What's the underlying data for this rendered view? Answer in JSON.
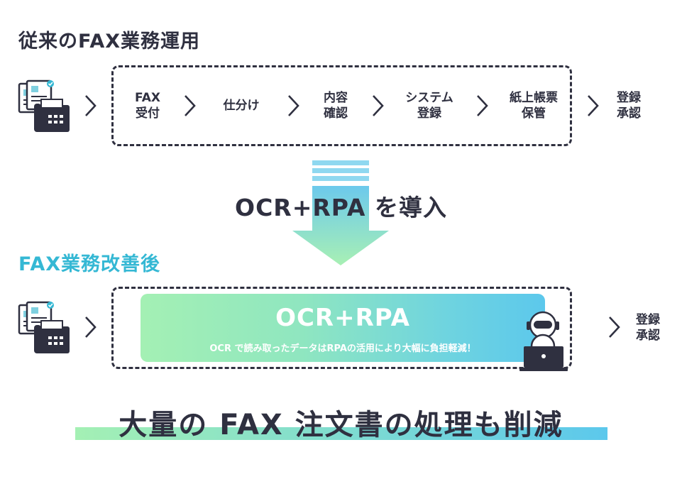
{
  "before": {
    "title": "従来のFAX業務運用",
    "steps": [
      "FAX\n受付",
      "仕分け",
      "内容\n確認",
      "システム\n登録",
      "紙上帳票\n保管"
    ],
    "end_step": "登録\n承認"
  },
  "transition": {
    "label": "OCR+RPA を導入"
  },
  "after": {
    "title": "FAX業務改善後",
    "banner_title": "OCR+RPA",
    "banner_subtitle": "OCR で読み取ったデータはRPAの活用により大幅に負担軽減！",
    "end_step": "登録\n承認"
  },
  "conclusion": {
    "text": "大量の FAX 注文書の処理も削減"
  },
  "colors": {
    "text": "#2f3040",
    "accent_teal": "#35b8d4",
    "gradient_start": "#a4f0b4",
    "gradient_end": "#5cc8ec"
  },
  "icons": [
    "fax-document-icon",
    "chevron-right-icon",
    "robot-laptop-icon",
    "down-arrow-icon"
  ]
}
